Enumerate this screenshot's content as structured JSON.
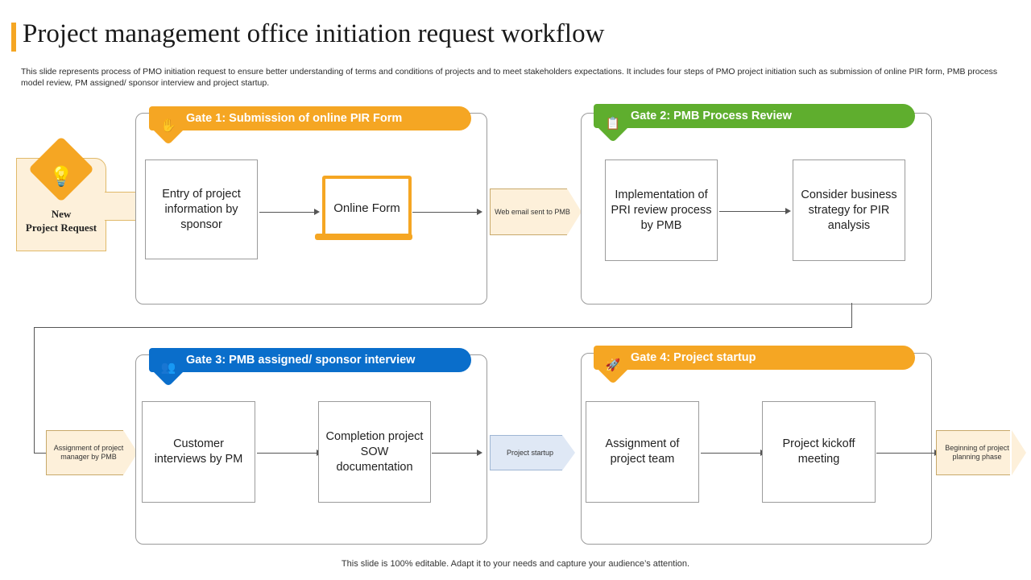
{
  "slide": {
    "title": "Project management office initiation request workflow",
    "subtitle": "This slide represents process of PMO initiation request to ensure better understanding of terms and conditions of projects and to meet stakeholders expectations. It includes four steps of PMO project initiation such as submission of online PIR form, PMB  process model review, PM  assigned/ sponsor interview and project startup.",
    "footer": "This slide is 100% editable. Adapt it to your needs and capture your audience’s attention."
  },
  "start": {
    "label_line1": "New",
    "label_line2": "Project Request",
    "icon": "lightbulb-icon"
  },
  "gates": [
    {
      "id": "gate1",
      "title": "Gate 1: Submission of online PIR Form",
      "color": "#f5a623",
      "icon": "hand-click-icon",
      "steps": [
        {
          "text": "Entry of project information by sponsor"
        },
        {
          "text": "Online Form"
        }
      ]
    },
    {
      "id": "gate2",
      "title": "Gate 2: PMB Process Review",
      "color": "#5fae2e",
      "icon": "checklist-icon",
      "steps": [
        {
          "text": "Implementation of PRI review process by PMB"
        },
        {
          "text": "Consider business strategy for PIR analysis"
        }
      ]
    },
    {
      "id": "gate3",
      "title": "Gate 3: PMB assigned/ sponsor interview",
      "color": "#0a6ecb",
      "icon": "people-icon",
      "steps": [
        {
          "text": "Customer interviews by PM"
        },
        {
          "text": "Completion project SOW documentation"
        }
      ]
    },
    {
      "id": "gate4",
      "title": "Gate 4: Project startup",
      "color": "#f5a623",
      "icon": "rocket-icon",
      "steps": [
        {
          "text": "Assignment of project team"
        },
        {
          "text": "Project kickoff meeting"
        }
      ]
    }
  ],
  "connectors": [
    {
      "id": "web-email",
      "text": "Web email sent to PMB",
      "fill": "#fdf0da",
      "stroke": "#c8a96a"
    },
    {
      "id": "assignment",
      "text": "Assignment of project manager by PMB",
      "fill": "#fdf0da",
      "stroke": "#c8a96a"
    },
    {
      "id": "project-startup",
      "text": "Project startup",
      "fill": "#dfe8f5",
      "stroke": "#9fb6d4"
    },
    {
      "id": "beginning",
      "text": "Beginning of project planning phase",
      "fill": "#fdf0da",
      "stroke": "#c8a96a"
    }
  ]
}
